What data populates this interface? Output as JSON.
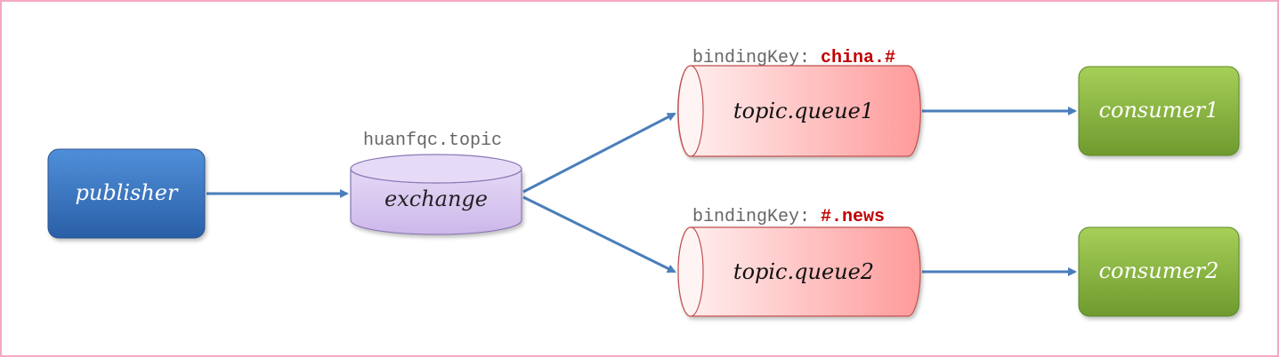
{
  "publisher": {
    "label": "publisher"
  },
  "exchange": {
    "label": "exchange",
    "name": "huanfqc.topic"
  },
  "queues": [
    {
      "label": "topic.queue1",
      "binding_prefix": "bindingKey: ",
      "binding_key": "china.#"
    },
    {
      "label": "topic.queue2",
      "binding_prefix": "bindingKey: ",
      "binding_key": "#.news"
    }
  ],
  "consumers": [
    {
      "label": "consumer1"
    },
    {
      "label": "consumer2"
    }
  ],
  "colors": {
    "frame": "#f4a9c0",
    "arrow": "#4a7ebb",
    "publisher": "#2e69b7",
    "exchange": "#d8c8ee",
    "queue": "#ff9a9a",
    "consumer": "#86b43c",
    "binding_key": "#c00000",
    "annotation": "#666666"
  }
}
